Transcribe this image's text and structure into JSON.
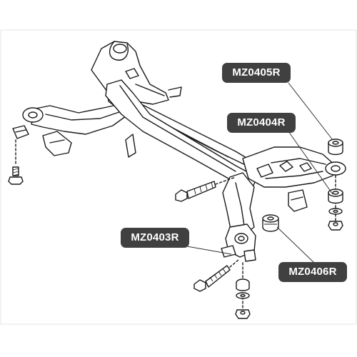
{
  "labels": {
    "mz0405r": "MZ0405R",
    "mz0404r": "MZ0404R",
    "mz0403r": "MZ0403R",
    "mz0406r": "MZ0406R"
  },
  "colors": {
    "label_bg": "#404040",
    "label_text": "#ffffff",
    "line": "#1a1a1a",
    "background": "#ffffff"
  }
}
